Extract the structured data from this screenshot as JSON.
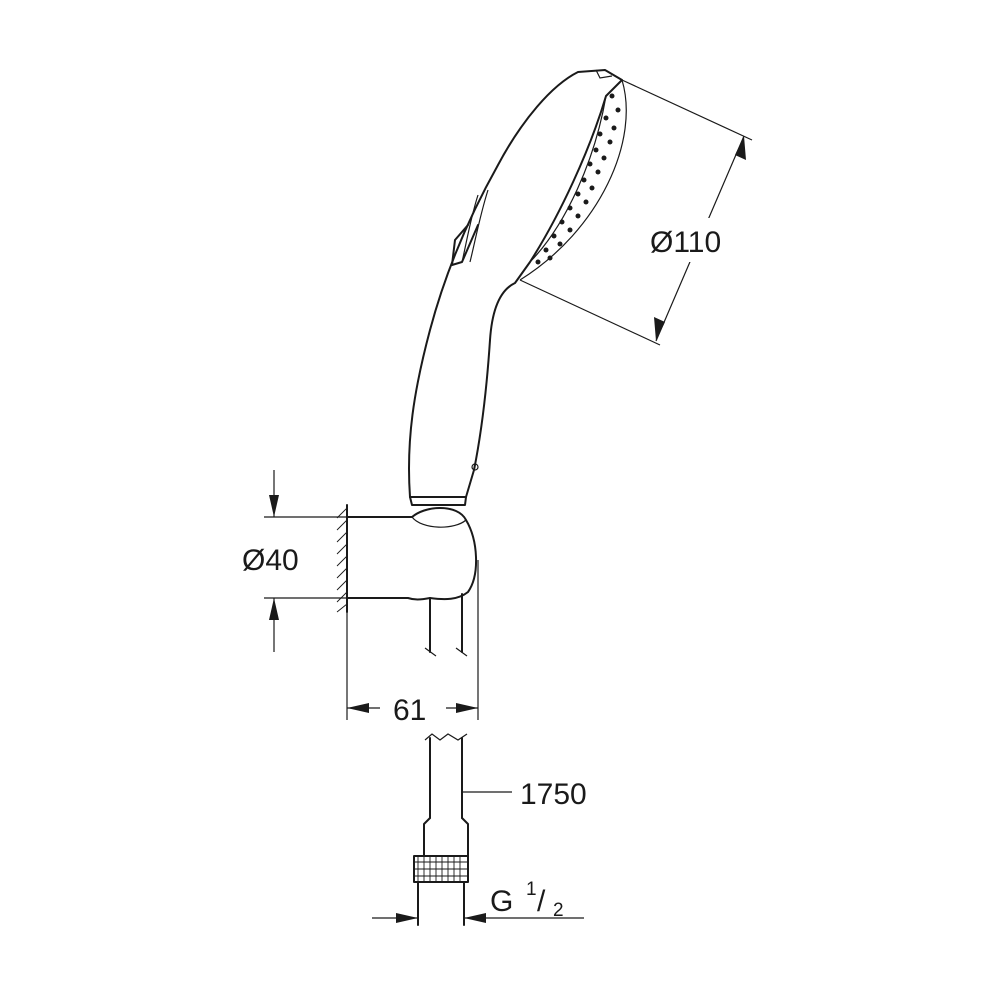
{
  "dimensions": {
    "head_diameter": "Ø110",
    "holder_diameter": "Ø40",
    "holder_depth": "61",
    "hose_length": "1750",
    "thread_main": "G",
    "thread_numerator": "1",
    "thread_slash": "/",
    "thread_denominator": "2"
  }
}
